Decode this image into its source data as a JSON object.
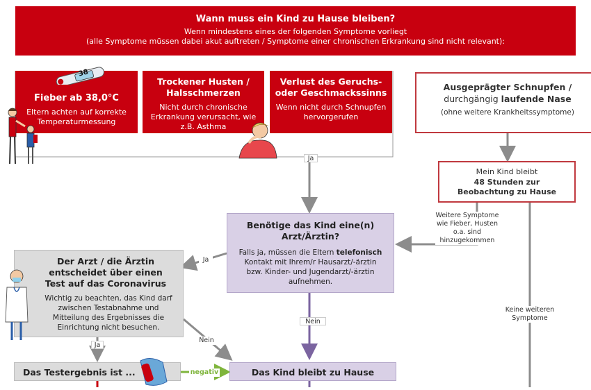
{
  "header": {
    "title": "Wann muss ein Kind zu Hause bleiben?",
    "subtitle_line1": "Wenn mindestens eines der folgenden Symptome vorliegt",
    "subtitle_line2": "(alle Symptome müssen dabei akut auftreten / Symptome einer chronischen Erkrankung sind nicht relevant):"
  },
  "symptoms": {
    "fever_title": "Fieber ab 38,0°C",
    "fever_desc": "Eltern achten auf korrekte Temperaturmessung",
    "thermometer_reading": "38",
    "cough_title": "Trockener Husten / Halsschmerzen",
    "cough_desc": "Nicht durch chronische Erkrankung verursacht, wie z.B. Asthma",
    "smell_title": "Verlust des Geruchs- oder Geschmackssinns",
    "smell_desc": "Wenn nicht durch Schnupfen hervorgerufen"
  },
  "snuffle": {
    "line1": "Ausgeprägter Schnupfen /",
    "line2_plain": "durchgängig ",
    "line2_bold": "laufende Nase",
    "line3": "(ohne weitere Krankheitssymptome)"
  },
  "stay48": {
    "line1": "Mein Kind bleibt",
    "line2": "48 Stunden zur Beobachtung zu Hause"
  },
  "doctor_question": {
    "title": "Benötige das Kind eine(n) Arzt/Ärztin?",
    "desc_1": "Falls ja, müssen die Eltern ",
    "desc_bold": "telefonisch",
    "desc_2": " Kontakt mit Ihrem/r Hausarzt/-ärztin bzw. Kinder- und Jugendarzt/-ärztin aufnehmen."
  },
  "doctor_decides": {
    "title": "Der Arzt / die Ärztin entscheidet über einen Test auf das Coronavirus",
    "desc": "Wichtig zu beachten, das Kind darf zwischen Testabnahme und Mitteilung des Ergebnisses die Einrichtung nicht besuchen."
  },
  "test_result": {
    "label": "Das Testergebnis ist ..."
  },
  "stay_home": {
    "label": "Das Kind bleibt zu Hause"
  },
  "edge_labels": {
    "ja_top": "Ja",
    "ja_left": "Ja",
    "ja_bottom": "Ja",
    "nein_center": "Nein",
    "nein_right": "Nein",
    "negativ": "negativ",
    "more_symptoms": "Weitere Symptome wie Fieber, Husten o.a. sind hinzugekommen",
    "no_more_symptoms": "Keine weiteren Symptome"
  },
  "colors": {
    "brand_red": "#c8000f",
    "outline_red": "#c0393f",
    "purple": "#d9d0e6",
    "purple_arrow": "#7b64a0",
    "gray": "#dcdcdc",
    "green": "#7fb53c",
    "arrow_gray": "#8c8c8c"
  }
}
